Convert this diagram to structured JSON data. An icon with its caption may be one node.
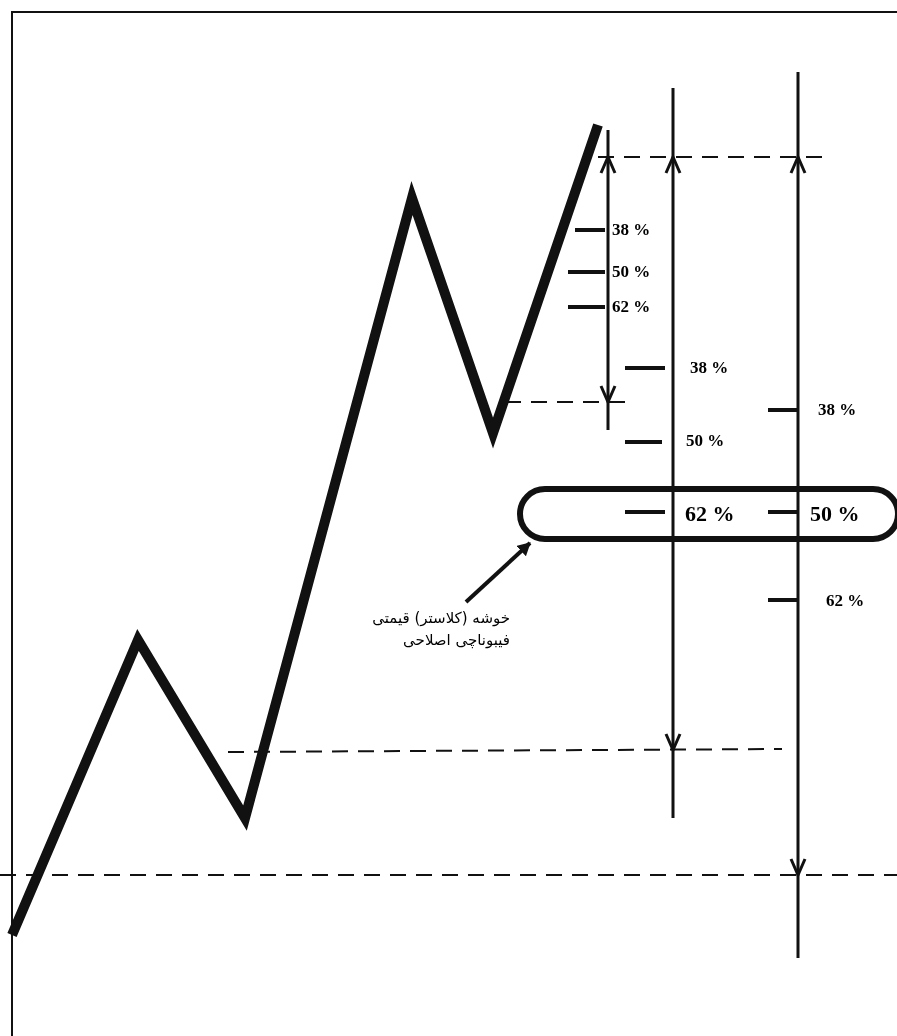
{
  "diagram": {
    "nodes": [
      {
        "text": [
          "62 %",
          "50 %"
        ]
      },
      {
        "text": [
          "خوشه (کلاستر) قیمتی فیبوناچی اصلاحی"
        ]
      }
    ],
    "edges": [
      {
        "from": 1,
        "to": 0,
        "arrow": "to"
      }
    ],
    "labels": [
      "38 %",
      "50 %",
      "62 %",
      "38 %",
      "38 %",
      "50 %",
      "62 %"
    ]
  }
}
